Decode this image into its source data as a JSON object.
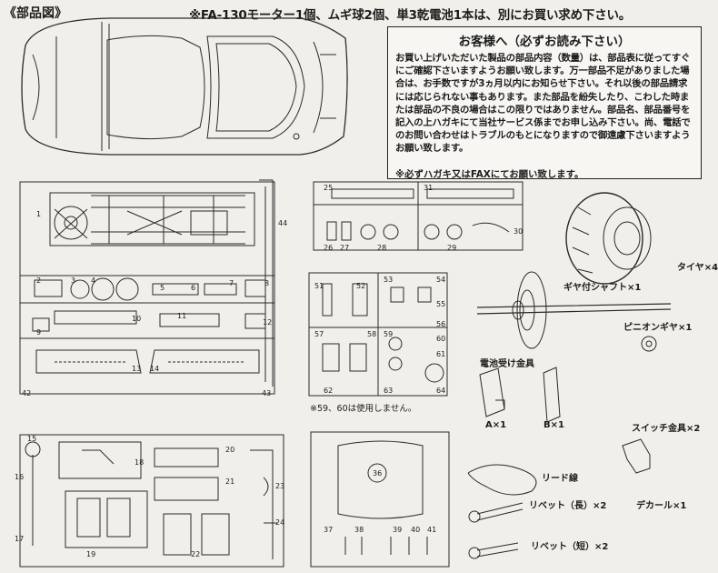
{
  "header": {
    "title": "《部品図》",
    "note": "※FA-130モーター1個、ムギ球2個、単3乾電池1本は、別にお買い求め下さい。"
  },
  "notice": {
    "title": "お客様へ（必ずお読み下さい）",
    "body": "お買い上げいただいた製品の部品内容（数量）は、部品表に従ってすぐにご確認下さいますようお願い致します。万一部品不足がありました場合は、お手数ですが3ヵ月以内にお知らせ下さい。それ以後の部品請求には応じられない事もあります。また部品を紛失したり、こわした時または部品の不良の場合はこの限りではありません。部品名、部品番号を記入の上ハガキにて当社サービス係までお申し込み下さい。尚、電話でのお問い合わせはトラブルのもとになりますので御遠慮下さいますようお願い致します。",
    "footer": "※必ずハガキ又はFAXにてお願い致します。"
  },
  "runners": {
    "chassis_top": [
      "1",
      "2",
      "3",
      "4",
      "5",
      "6",
      "7",
      "8",
      "9",
      "10",
      "11",
      "12",
      "13",
      "14",
      "42",
      "43",
      "44"
    ],
    "lights": [
      "25",
      "26",
      "27",
      "28",
      "29",
      "30",
      "31"
    ],
    "small": [
      "51",
      "52",
      "53",
      "54",
      "55",
      "56",
      "57",
      "58",
      "59",
      "60",
      "61",
      "62",
      "63",
      "64"
    ],
    "interior": [
      "15",
      "16",
      "17",
      "18",
      "19",
      "20",
      "21",
      "22",
      "23",
      "24"
    ],
    "body_base": [
      "36",
      "37",
      "38",
      "39",
      "40",
      "41"
    ]
  },
  "unused_note": "※59、60は使用しません。",
  "loose_parts": {
    "tire": "タイヤ×4",
    "gear_shaft": "ギヤ付シャフト×1",
    "pinion": "ピニオンギヤ×1",
    "battery_holder": "電池受け金具",
    "holder_a": "A×1",
    "holder_b": "B×1",
    "switch": "スイッチ金具×2",
    "lead": "リード線",
    "rivet_long": "リベット（長）×2",
    "decal": "デカール×1",
    "rivet_short": "リベット（短）×2"
  }
}
